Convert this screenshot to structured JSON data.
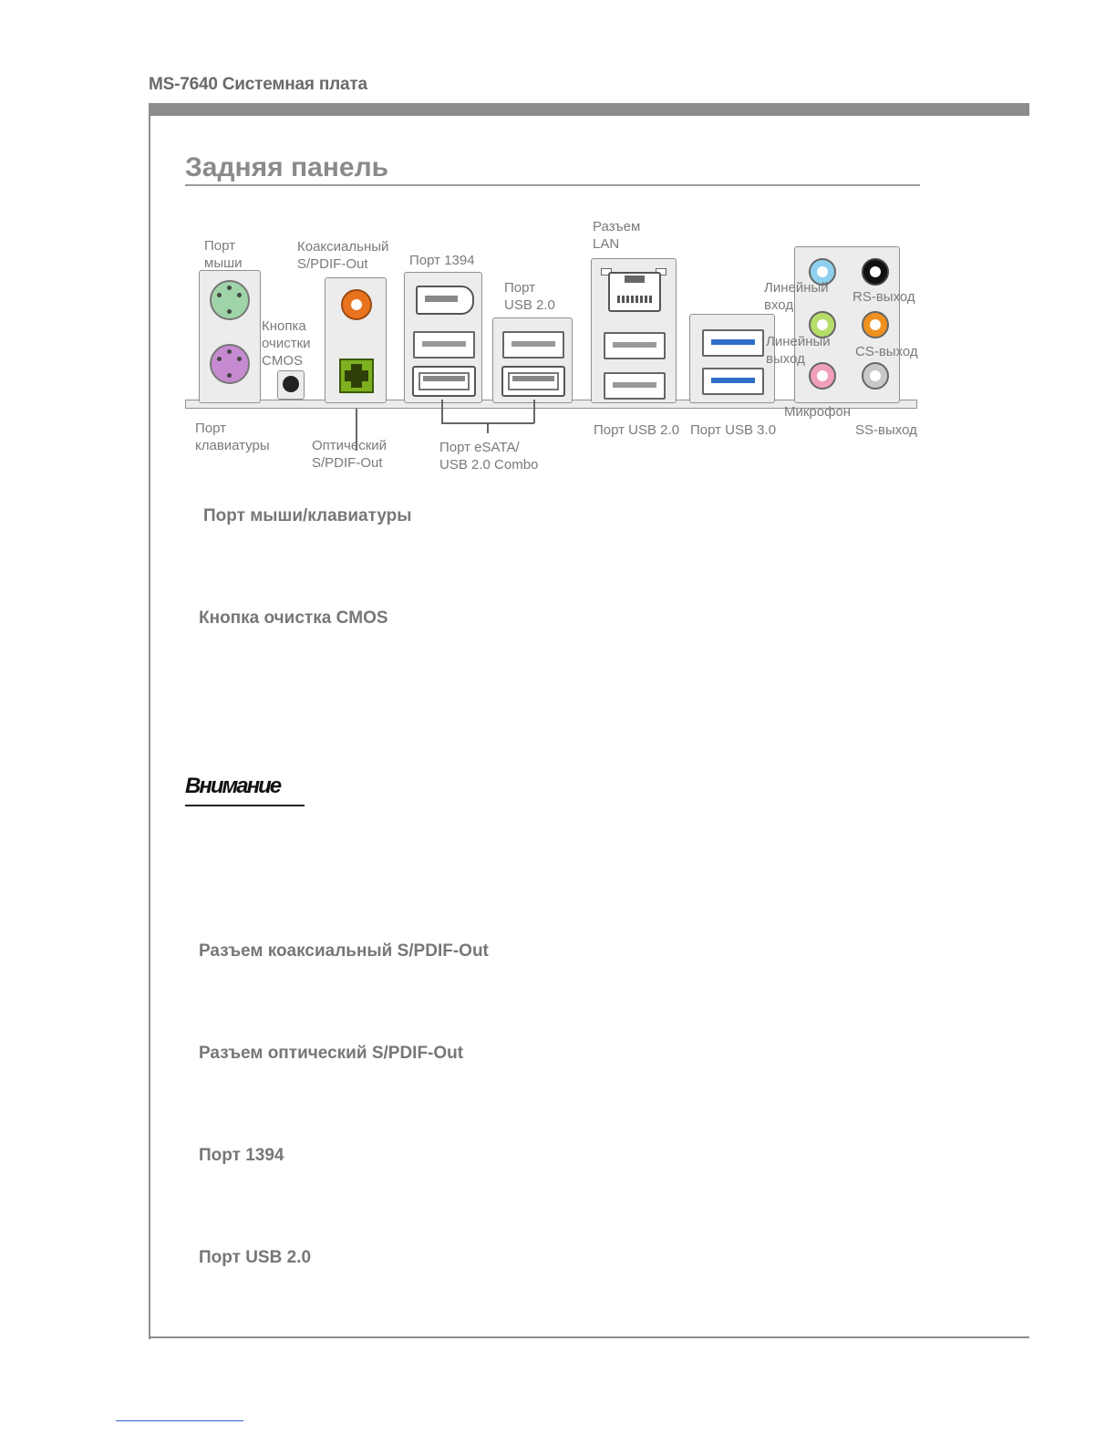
{
  "header": {
    "title": "MS-7640 Системная плата"
  },
  "section": {
    "title": "Задняя панель"
  },
  "diagram": {
    "labels": {
      "mouse": [
        "Порт",
        "мыши"
      ],
      "cmos": [
        "Кнопка",
        "очистки",
        "CMOS"
      ],
      "keyboard": [
        "Порт",
        "клавиатуры"
      ],
      "coaxial": [
        "Коаксиальный",
        "S/PDIF-Out"
      ],
      "optical": [
        "Оптический",
        "S/PDIF-Out"
      ],
      "port1394": "Порт 1394",
      "usb20_top": [
        "Порт",
        "USB 2.0"
      ],
      "esata_combo": [
        "Порт eSATA/",
        "USB 2.0 Combo"
      ],
      "lan": [
        "Разъем",
        "LAN"
      ],
      "usb20_bottom": "Порт USB 2.0",
      "usb30": "Порт USB 3.0",
      "line_in": [
        "Линейный",
        "вход"
      ],
      "line_out": [
        "Линейный",
        "выход"
      ],
      "rs_out": "RS-выход",
      "cs_out": "CS-выход",
      "mic": "Микрофон",
      "ss_out": "SS-выход"
    },
    "colors": {
      "mouse_port": "#9fd4a8",
      "keyboard_port": "#c68ad0",
      "coaxial": "#e8731e",
      "optical": "#7db01e",
      "line_in": "#8fd0ee",
      "line_out": "#b6dc6a",
      "mic": "#f0a0b8",
      "rs_out": "#111111",
      "cs_out": "#f0901e",
      "ss_out": "#c8c8c8",
      "usb3_tongue": "#2f6fc8"
    }
  },
  "items": {
    "mouse_kb": "Порт мыши/клавиатуры",
    "cmos": "Кнопка очистка CMOS",
    "attention": "Внимание",
    "coaxial": "Разъем коаксиальный S/PDIF-Out",
    "optical": "Разъем оптический S/PDIF-Out",
    "p1394": "Порт 1394",
    "usb20": "Порт USB 2.0"
  }
}
